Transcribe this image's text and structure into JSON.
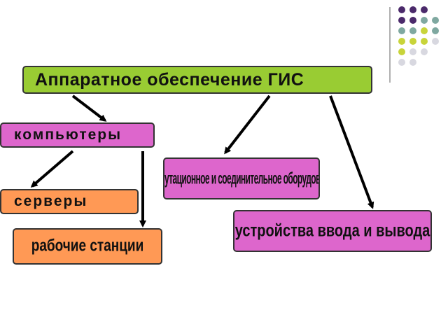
{
  "diagram": {
    "root": {
      "label": "Аппаратное обеспечение ГИС"
    },
    "nodes": {
      "computers": {
        "label": "компьютеры"
      },
      "servers": {
        "label": "серверы"
      },
      "workstations": {
        "label": "рабочие станции"
      },
      "communication": {
        "label": "коммутационное и соединительное оборудование"
      },
      "io_devices": {
        "label": "устройства ввода  и вывода"
      }
    },
    "edges": [
      {
        "from": "root",
        "to": "computers"
      },
      {
        "from": "root",
        "to": "communication"
      },
      {
        "from": "root",
        "to": "io_devices"
      },
      {
        "from": "computers",
        "to": "servers"
      },
      {
        "from": "computers",
        "to": "workstations"
      }
    ]
  },
  "colors": {
    "root_fill": "#99cc33",
    "pink_fill": "#dd66cc",
    "orange_fill": "#ff9955",
    "border": "#333333",
    "arrow": "#000000",
    "dot_purple": "#4b2a6b",
    "dot_teal": "#7fa8a0",
    "dot_lime": "#c8d43a",
    "dot_grey": "#d8d8e0"
  }
}
